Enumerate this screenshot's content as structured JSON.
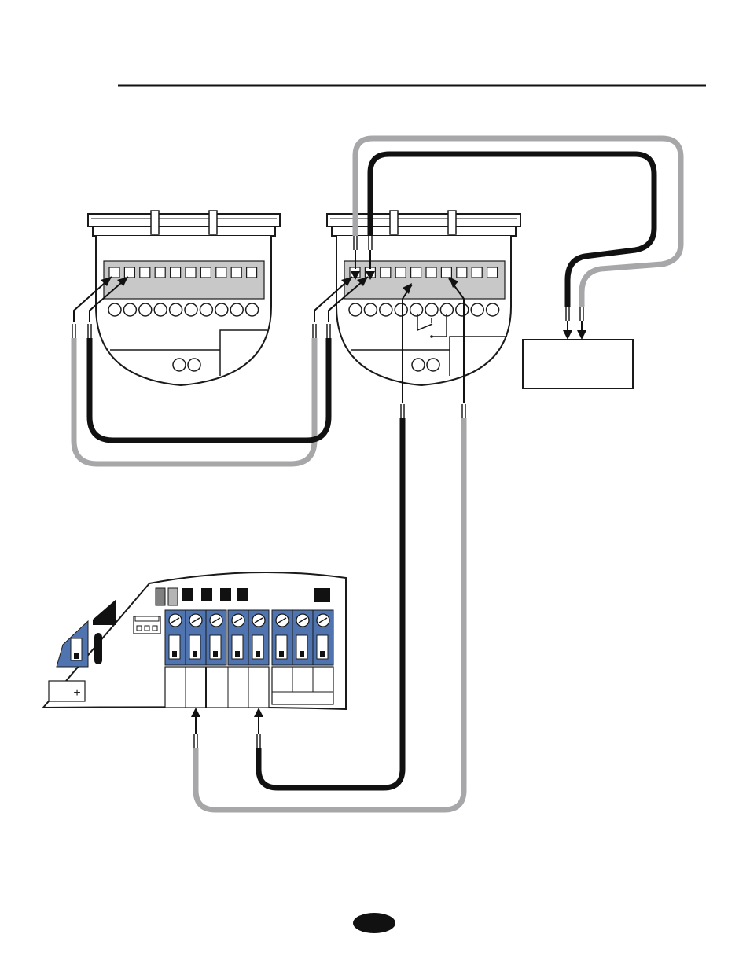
{
  "page": {
    "header_rule": true,
    "page_number_label": ""
  },
  "diagram": {
    "description_visible_text": [
      "+"
    ],
    "plus_symbol": "+",
    "colors": {
      "wire_black": "#111111",
      "wire_gray": "#a7a7a9",
      "terminal_blue": "#4f74b0",
      "terminal_strip_gray": "#c8c8c8",
      "board_gray_light": "#b4b4b4",
      "board_gray_dark": "#808080",
      "outline": "#1a1a1a"
    },
    "components": {
      "left_sensor_terminal_count": 10,
      "right_sensor_terminal_count": 10,
      "board_terminal_count": 8,
      "board_status_blocks": 6
    }
  }
}
